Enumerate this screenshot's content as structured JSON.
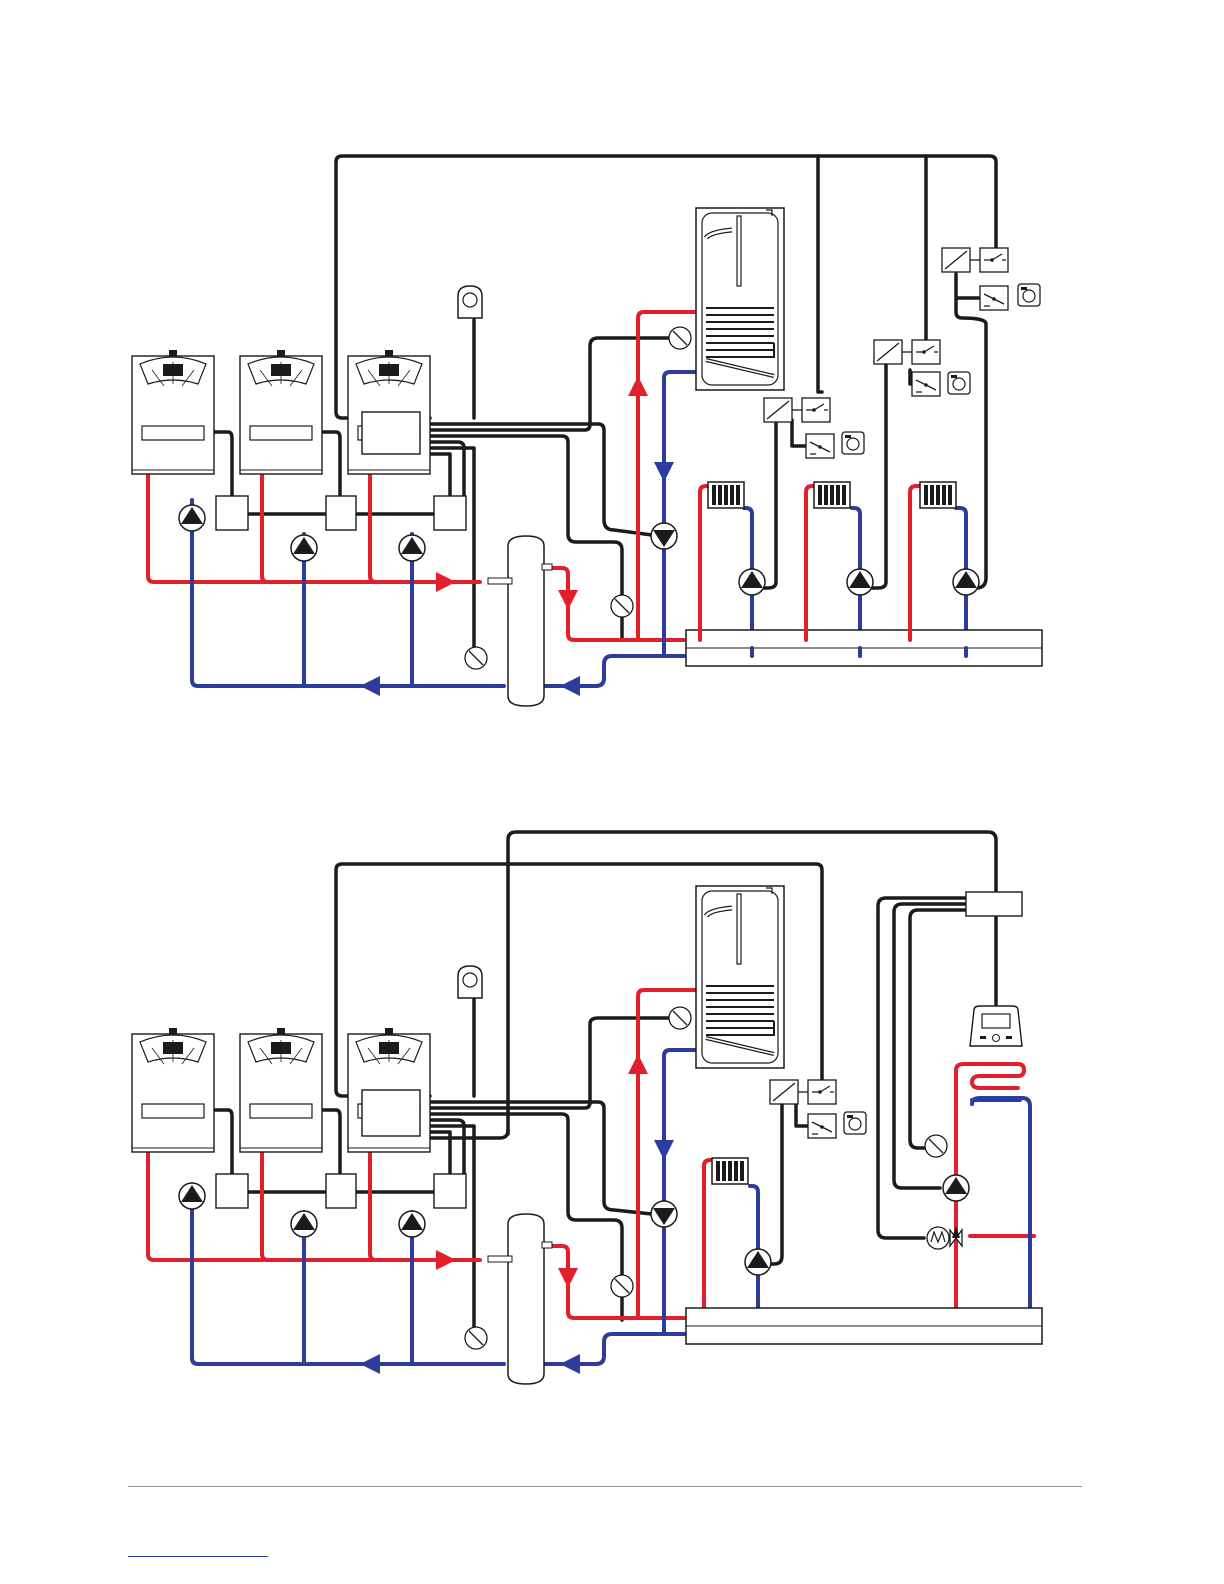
{
  "page": {
    "background": "#ffffff"
  },
  "colors": {
    "flow": "#e2202b",
    "return": "#2d3b9c",
    "control": "#1b1b1b"
  },
  "diagrams": [
    {
      "id": "top",
      "consumer_circuits": 3,
      "icons": [
        "boiler-icon",
        "outdoor-sensor-icon",
        "hydraulic-separator-icon",
        "hot-water-cylinder-icon",
        "radiator-icon",
        "pump-icon",
        "control-module-icon",
        "room-thermostat-icon"
      ]
    },
    {
      "id": "bottom",
      "consumer_circuits": 2,
      "icons": [
        "boiler-icon",
        "outdoor-sensor-icon",
        "hydraulic-separator-icon",
        "hot-water-cylinder-icon",
        "radiator-icon",
        "pump-icon",
        "underfloor-heating-icon",
        "mixing-valve-icon",
        "controller-display-icon"
      ]
    }
  ]
}
